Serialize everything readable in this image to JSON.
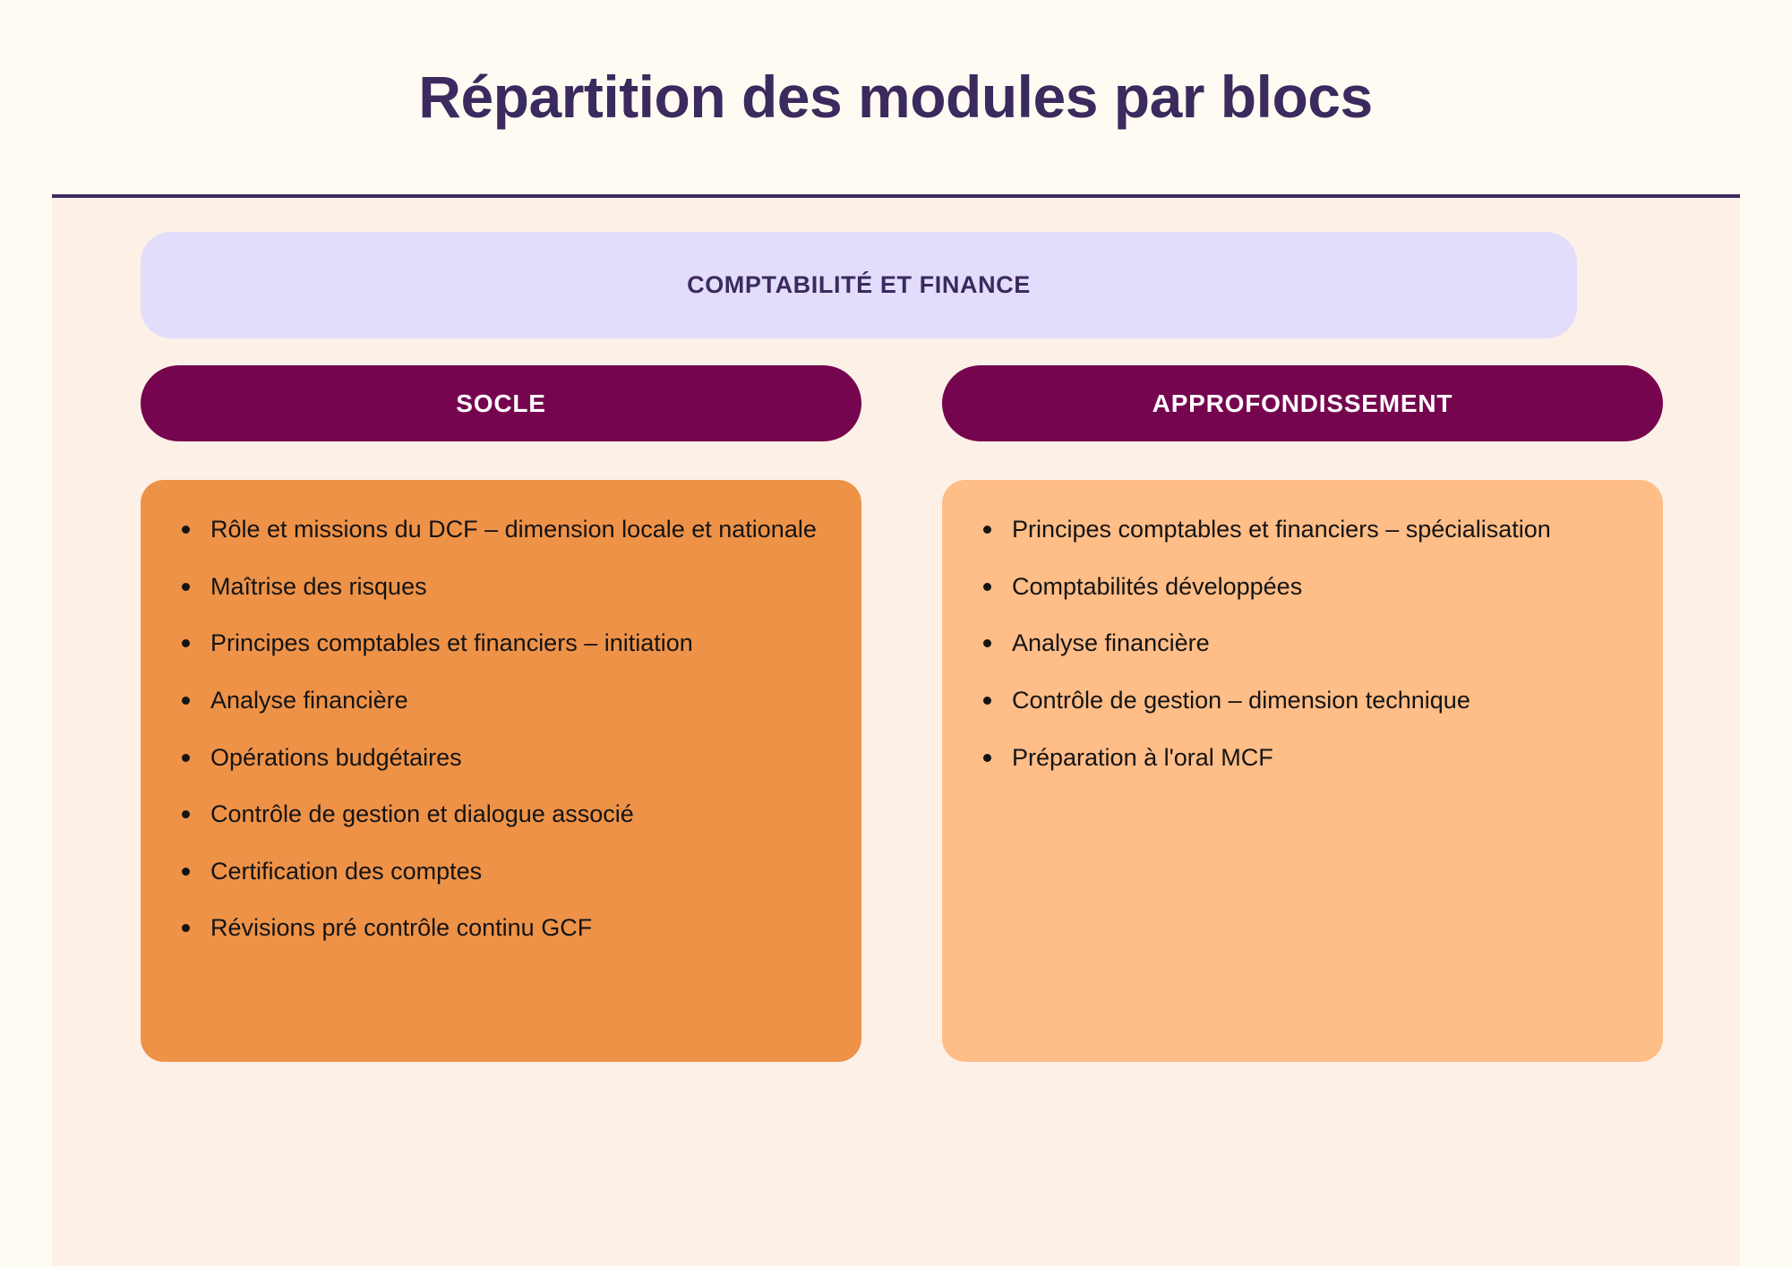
{
  "title": "Répartition des modules par blocs",
  "domain_banner": {
    "label": "COMPTABILITÉ ET FINANCE",
    "background_color": "#E2DDFB",
    "text_color": "#3B2A5E"
  },
  "colors": {
    "page_background": "#FFFBF3",
    "panel_background": "#FDF1E7",
    "title": "#3B2A5E",
    "divider": "#3B2A5E",
    "header_pill": "#76054F",
    "header_pill_text": "#FFFFFF",
    "socle_card": "#EE9248",
    "approfondissement_card": "#FFBD87",
    "body_text": "#141414"
  },
  "columns": [
    {
      "header": "SOCLE",
      "items": [
        "Rôle et missions du DCF – dimension locale et nationale",
        "Maîtrise des risques",
        "Principes comptables et financiers – initiation",
        "Analyse financière",
        "Opérations budgétaires",
        "Contrôle de gestion et dialogue associé",
        "Certification des comptes",
        "Révisions pré contrôle continu GCF"
      ]
    },
    {
      "header": "APPROFONDISSEMENT",
      "items": [
        "Principes comptables et financiers – spécialisation",
        "Comptabilités développées",
        "Analyse financière",
        "Contrôle de gestion – dimension technique",
        "Préparation à l'oral MCF"
      ]
    }
  ]
}
